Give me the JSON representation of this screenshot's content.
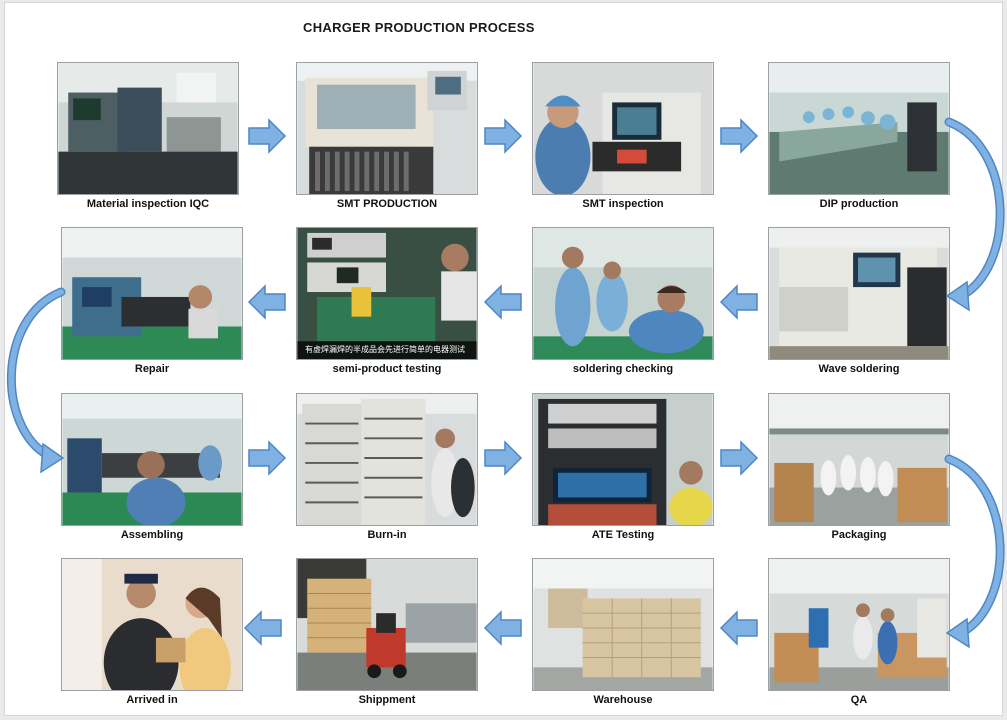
{
  "title": "CHARGER PRODUCTION PROCESS",
  "steps": [
    {
      "label": "Material inspection IQC"
    },
    {
      "label": "SMT PRODUCTION"
    },
    {
      "label": "SMT inspection"
    },
    {
      "label": "DIP production"
    },
    {
      "label": "Wave soldering"
    },
    {
      "label": "soldering checking"
    },
    {
      "label": "semi-product testing"
    },
    {
      "label": "Repair"
    },
    {
      "label": "Assembling"
    },
    {
      "label": "Burn-in"
    },
    {
      "label": "ATE Testing"
    },
    {
      "label": "Packaging"
    },
    {
      "label": "QA"
    },
    {
      "label": "Warehouse"
    },
    {
      "label": "Shippment"
    },
    {
      "label": "Arrived in"
    }
  ],
  "photo_overlay": "有虚焊漏焊的半成品会先进行简单的电器测试",
  "colors": {
    "arrow_fill": "#7fb1e3",
    "arrow_stroke": "#4f86c6",
    "caption": "#111111"
  }
}
